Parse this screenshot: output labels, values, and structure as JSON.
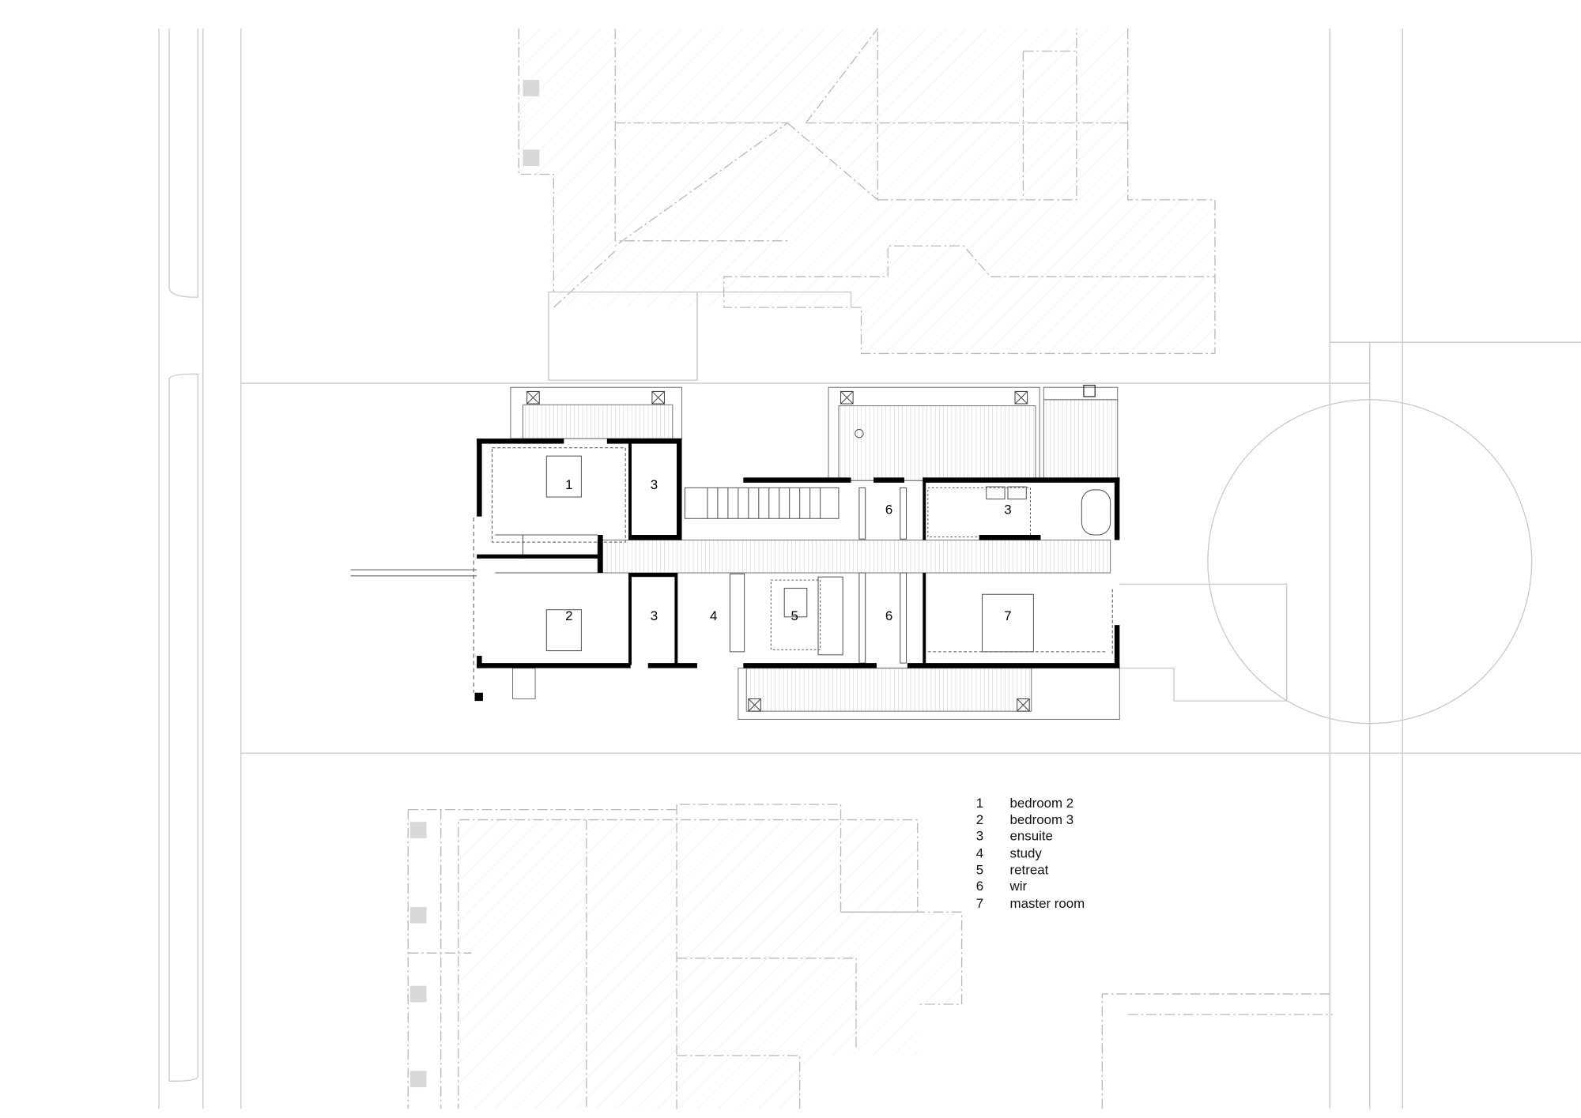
{
  "rooms": {
    "r1": "1",
    "r2": "2",
    "r3a": "3",
    "r3b": "3",
    "r3c": "3",
    "r4": "4",
    "r5": "5",
    "r6a": "6",
    "r6b": "6",
    "r7": "7"
  },
  "legend": [
    {
      "num": "1",
      "label": "bedroom 2"
    },
    {
      "num": "2",
      "label": "bedroom 3"
    },
    {
      "num": "3",
      "label": "ensuite"
    },
    {
      "num": "4",
      "label": "study"
    },
    {
      "num": "5",
      "label": "retreat"
    },
    {
      "num": "6",
      "label": "wir"
    },
    {
      "num": "7",
      "label": "master room"
    }
  ]
}
